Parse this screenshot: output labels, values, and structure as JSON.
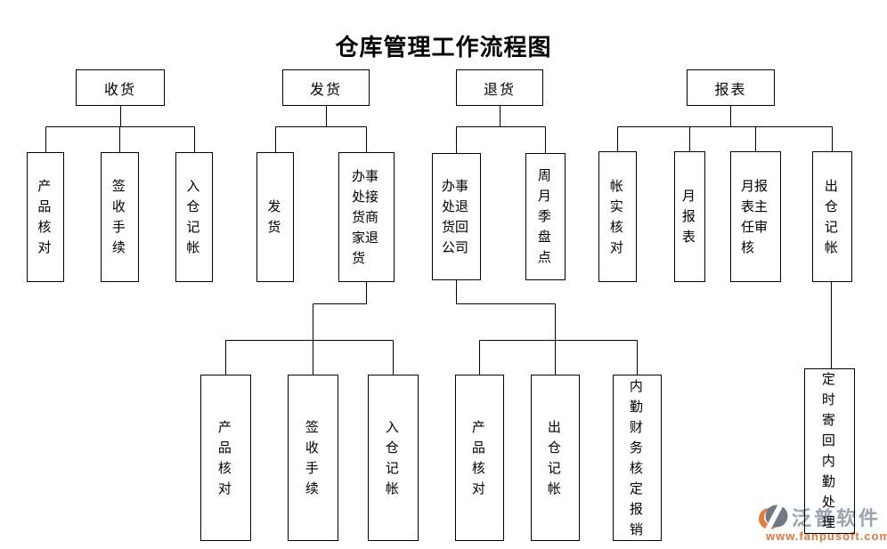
{
  "title": "仓库管理工作流程图",
  "diagram_type": "flowchart",
  "branches": [
    {
      "label": "收货",
      "children": [
        "产品核对",
        "签收手续",
        "入仓　记帐"
      ]
    },
    {
      "label": "发货",
      "children": [
        "发　　货",
        "办事处接货商家退货"
      ],
      "grandchildren_parent": "办事处接货商家退货",
      "grandchildren": [
        "产品核对",
        "签收手续",
        "入仓　记帐"
      ]
    },
    {
      "label": "退货",
      "children": [
        "办事处退货回公司",
        "周月季盘点"
      ],
      "grandchildren_parent": "办事处退货回公司",
      "grandchildren": [
        "产品核对",
        "出仓　记帐",
        "内勤财务核定报销"
      ]
    },
    {
      "label": "报表",
      "children": [
        "帐实核对",
        "月报表",
        "月报表主任审核",
        "出仓　记帐"
      ],
      "grandchildren_parent": "出仓　记帐",
      "grandchildren": [
        "定时寄回内勤处理"
      ]
    }
  ],
  "watermark": {
    "brand": "泛普软件",
    "url": "www.fanpusoft.com",
    "brand_color": "#9aa3ae",
    "url_color": "#e8743c",
    "logo_orange": "#e87a3a",
    "logo_gray": "#707982"
  },
  "colors": {
    "background": "#ffffff",
    "line": "#000000",
    "box_border": "#000000",
    "title_color": "#000000"
  }
}
